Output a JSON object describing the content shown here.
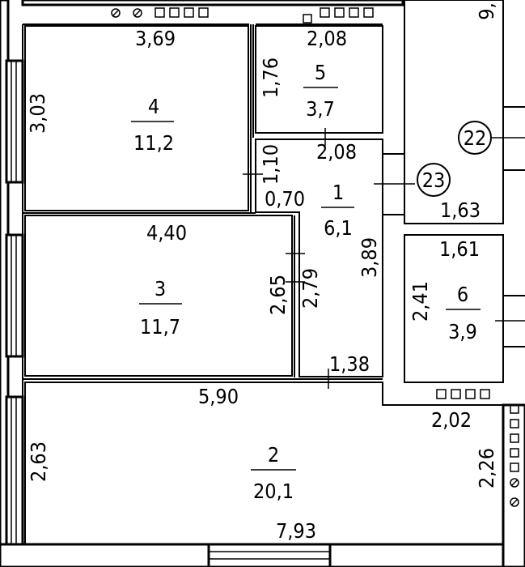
{
  "rooms": [
    {
      "id": "r4",
      "number": "4",
      "area": "11,2"
    },
    {
      "id": "r5",
      "number": "5",
      "area": "3,7"
    },
    {
      "id": "r1",
      "number": "1",
      "area": "6,1"
    },
    {
      "id": "r3",
      "number": "3",
      "area": "11,7"
    },
    {
      "id": "r6",
      "number": "6",
      "area": "3,9"
    },
    {
      "id": "r2",
      "number": "2",
      "area": "20,1"
    }
  ],
  "dimensions": {
    "r4_top": "3,69",
    "r4_left": "3,03",
    "r5_top": "2,08",
    "r5_left": "1,76",
    "r1_top": "2,08",
    "r1_side_a": "1,10",
    "r1_side_b": "0,70",
    "r1_right": "3,89",
    "r1_bottom": "1,38",
    "r3_top": "4,40",
    "r3_right_a": "2,65",
    "r3_right_b": "2,79",
    "r2_top": "5,90",
    "r2_left": "2,63",
    "r2_bottom": "7,93",
    "r2_right": "2,26",
    "r2_step": "2,02",
    "balcony_bottom": "1,63",
    "balcony_top_partial": "9,",
    "r6_top": "1,61",
    "r6_left": "2,41"
  },
  "callouts": [
    {
      "id": "c22",
      "label": "22"
    },
    {
      "id": "c23",
      "label": "23"
    }
  ]
}
